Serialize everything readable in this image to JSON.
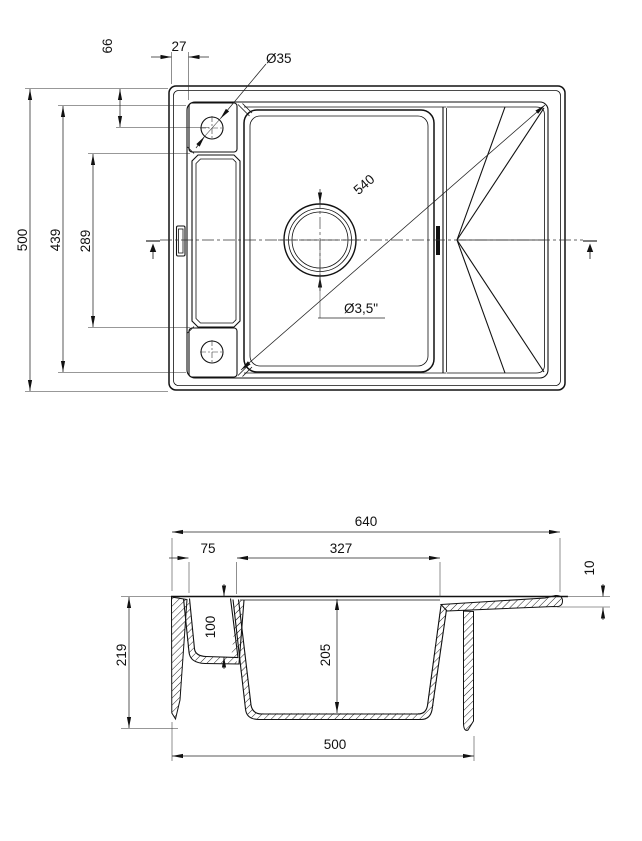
{
  "drawing": {
    "type": "kitchen-sink technical drawing, top view and cross-section",
    "top_view": {
      "overall_height": "500",
      "inner_length": "439",
      "slot_length": "289",
      "hole_offset_top": "66",
      "hole_offset_left": "27",
      "faucet_hole_dia": "Ø35",
      "diagonal": "540",
      "drain_dia": "Ø3,5\""
    },
    "section_view": {
      "overall_width": "640",
      "channel_width": "75",
      "bowl_width": "327",
      "edge_thickness": "10",
      "channel_depth": "100",
      "overall_depth": "219",
      "bowl_depth": "205",
      "base_width": "500"
    },
    "line_color": "#111111",
    "background": "#ffffff"
  }
}
